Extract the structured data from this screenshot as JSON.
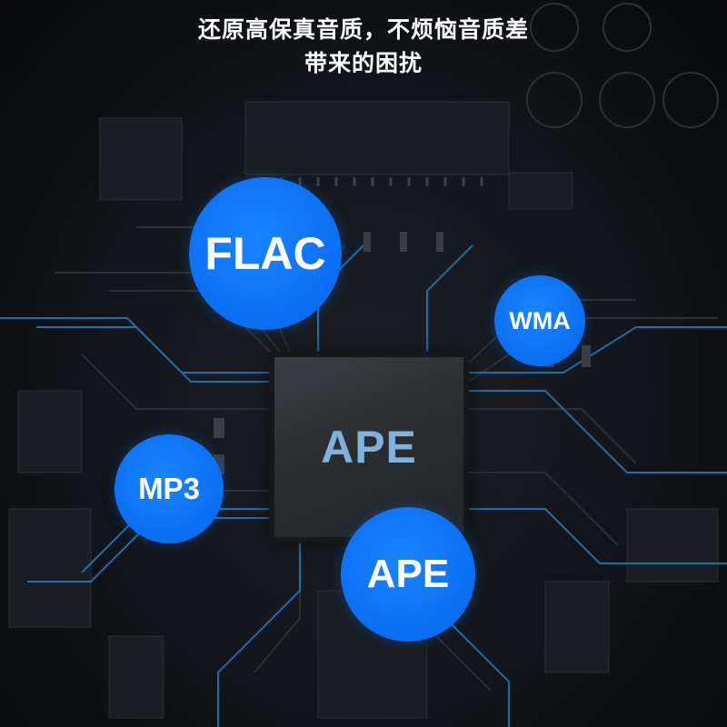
{
  "headline": {
    "line1": "还原高保真音质，不烦恼音质差",
    "line2": "带来的困扰"
  },
  "chip": {
    "label": "APE"
  },
  "badges": {
    "flac": "FLAC",
    "wma": "WMA",
    "mp3": "MP3",
    "ape": "APE"
  },
  "colors": {
    "badge_blue": "#0a6ef2",
    "chip_text": "#7fb3de",
    "trace_blue": "#1f7ec4",
    "background": "#111418"
  }
}
